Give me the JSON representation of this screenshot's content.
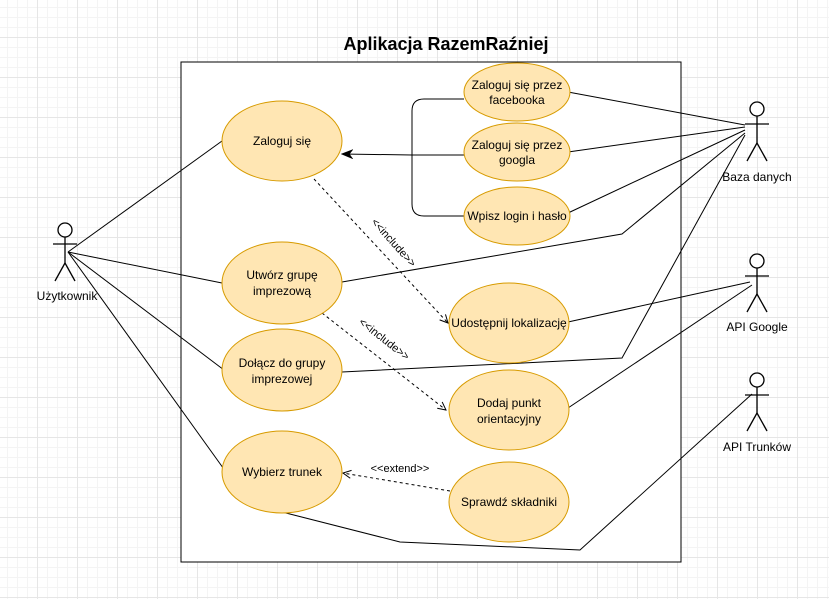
{
  "diagram": {
    "title": "Aplikacja RazemRaźniej",
    "actors": {
      "user": "Użytkownik",
      "db": "Baza danych",
      "google": "API Google",
      "trunki": "API Trunków"
    },
    "use_cases": {
      "zaloguj": [
        "Zaloguj się"
      ],
      "fb": [
        "Zaloguj się przez",
        "facebooka"
      ],
      "google_login": [
        "Zaloguj się przez",
        "googla"
      ],
      "haslo": [
        "Wpisz login i hasło"
      ],
      "utworz": [
        "Utwórz grupę",
        "imprezową"
      ],
      "dolacz": [
        "Dołącz do grupy",
        "imprezowej"
      ],
      "wybierz": [
        "Wybierz trunek"
      ],
      "lokalizacja": [
        "Udostępnij lokalizację"
      ],
      "punkt": [
        "Dodaj punkt",
        "orientacyjny"
      ],
      "skladniki": [
        "Sprawdź składniki"
      ]
    },
    "stereotypes": {
      "include1": "<<include>>",
      "include2": "<<include>>",
      "extend": "<<extend>>"
    },
    "colors": {
      "use_case_fill": "#ffe6b3",
      "use_case_stroke": "#d79b00"
    }
  }
}
